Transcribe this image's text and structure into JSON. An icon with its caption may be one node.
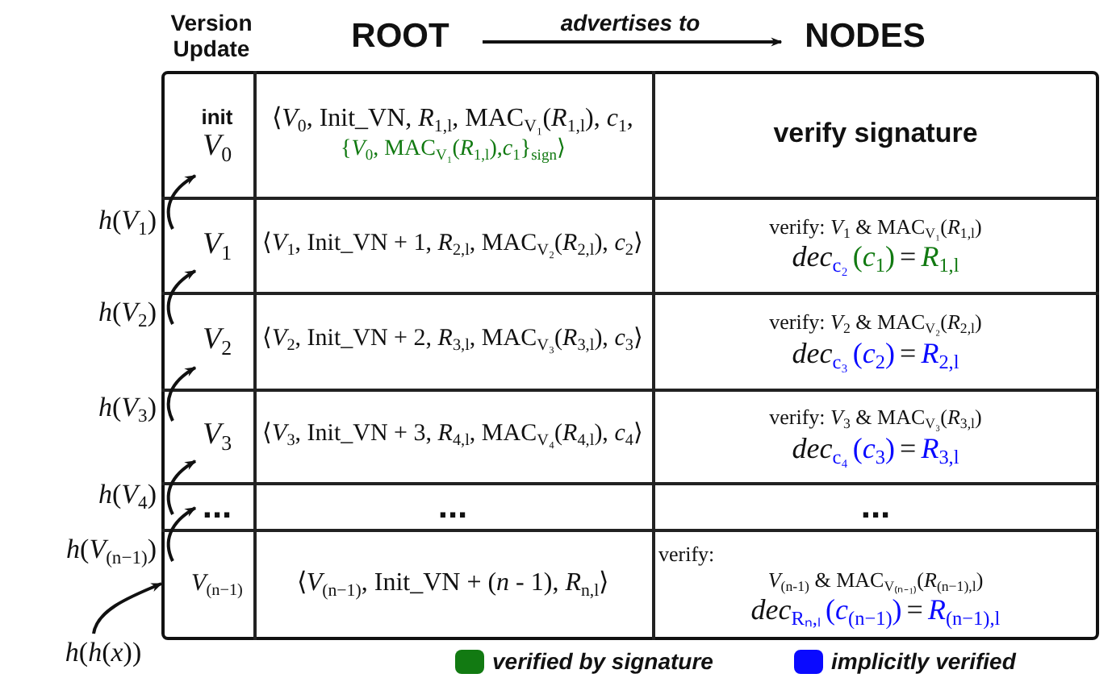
{
  "diagram": {
    "nodes": [
      {
        "text": [
          "ROOT"
        ]
      },
      {
        "text": [
          "NODES"
        ]
      },
      {
        "text": [
          "*h*(*h*(*x*))"
        ]
      },
      {
        "text": [
          "init",
          "*V*$_{0}$"
        ]
      },
      {
        "text": [
          "*V*$_{1}$"
        ]
      },
      {
        "text": [
          "*V*$_{2}$"
        ]
      },
      {
        "text": [
          "*V*$_{3}$"
        ]
      },
      {
        "text": [
          "..."
        ]
      },
      {
        "text": [
          "*V*$_{(n−1)}$"
        ]
      }
    ],
    "edges": [
      {
        "from": 0,
        "to": 1,
        "arrow": "to",
        "label": "advertises to"
      },
      {
        "from": 4,
        "to": 3,
        "arrow": "to"
      },
      {
        "from": 5,
        "to": 4,
        "arrow": "to"
      },
      {
        "from": 6,
        "to": 5,
        "arrow": "to"
      },
      {
        "from": 7,
        "to": 6,
        "arrow": "to"
      },
      {
        "from": 8,
        "to": 7,
        "arrow": "to"
      },
      {
        "from": 2,
        "to": 8,
        "arrow": "to"
      }
    ],
    "labels": [
      "Version Update",
      "⟨*V*$_{0}$, Init_VN, *R*$_{1,l}$, MAC$_{V₁}$(*R*$_{1,l}$), *c*$_{1}$,",
      "{*V*$_{0}$, MAC$_{V₁}$(*R*$_{1,l}$),*c*$_{1}$}$_{sign}$⟩",
      "verify signature",
      "*h*(*V*$_{1}$)",
      "⟨*V*$_{1}$, Init_VN + 1, *R*$_{2,l}$, MAC$_{V₂}$(*R*$_{2,l}$), *c*$_{2}$⟩",
      "verify: *V*$_{1}$ & MAC$_{V₁}$(*R*$_{1,l}$)",
      "*dec*$_{c₂}$",
      "(*c*$_{1}$)",
      "=",
      "*R*$_{1,l}$",
      "*h*(*V*$_{2}$)",
      "⟨*V*$_{2}$, Init_VN + 2, *R*$_{3,l}$, MAC$_{V₃}$(*R*$_{3,l}$), *c*$_{3}$⟩",
      "verify: *V*$_{2}$ & MAC$_{V₂}$(*R*$_{2,l}$)",
      "*dec*$_{c₃}$",
      "(*c*$_{2}$)",
      "=",
      "*R*$_{2,l}$",
      "*h*(*V*$_{3}$)",
      "⟨*V*$_{3}$, Init_VN + 3, *R*$_{4,l}$, MAC$_{V₄}$(*R*$_{4,l}$), *c*$_{4}$⟩",
      "verify: *V*$_{3}$ & MAC$_{V₃}$(*R*$_{3,l}$)",
      "*dec*$_{c₄}$",
      "(*c*$_{3}$)",
      "=",
      "*R*$_{3,l}$",
      "*h*(*V*$_{4}$)",
      "...",
      "...",
      "*h*(*V*$_{(n−1)}$)",
      "⟨*V*$_{(n−1)}$, Init_VN + (*n* - 1), *R*$_{n,l}$⟩",
      "verify:",
      "*V*$_{(n-1)}$ & MAC$_{V₍ₙ₋₁₎}$(*R*$_{(n−1),l}$)",
      "*dec*$_{Rₙ,ₗ}$",
      "(*c*$_{(n−1)}$)",
      "=",
      "*R*$_{(n−1),l}$"
    ],
    "legend": [
      {
        "text": "verified by signature",
        "color": "#127a12"
      },
      {
        "text": "implicitly verified",
        "color": "#0a0aff"
      }
    ]
  }
}
